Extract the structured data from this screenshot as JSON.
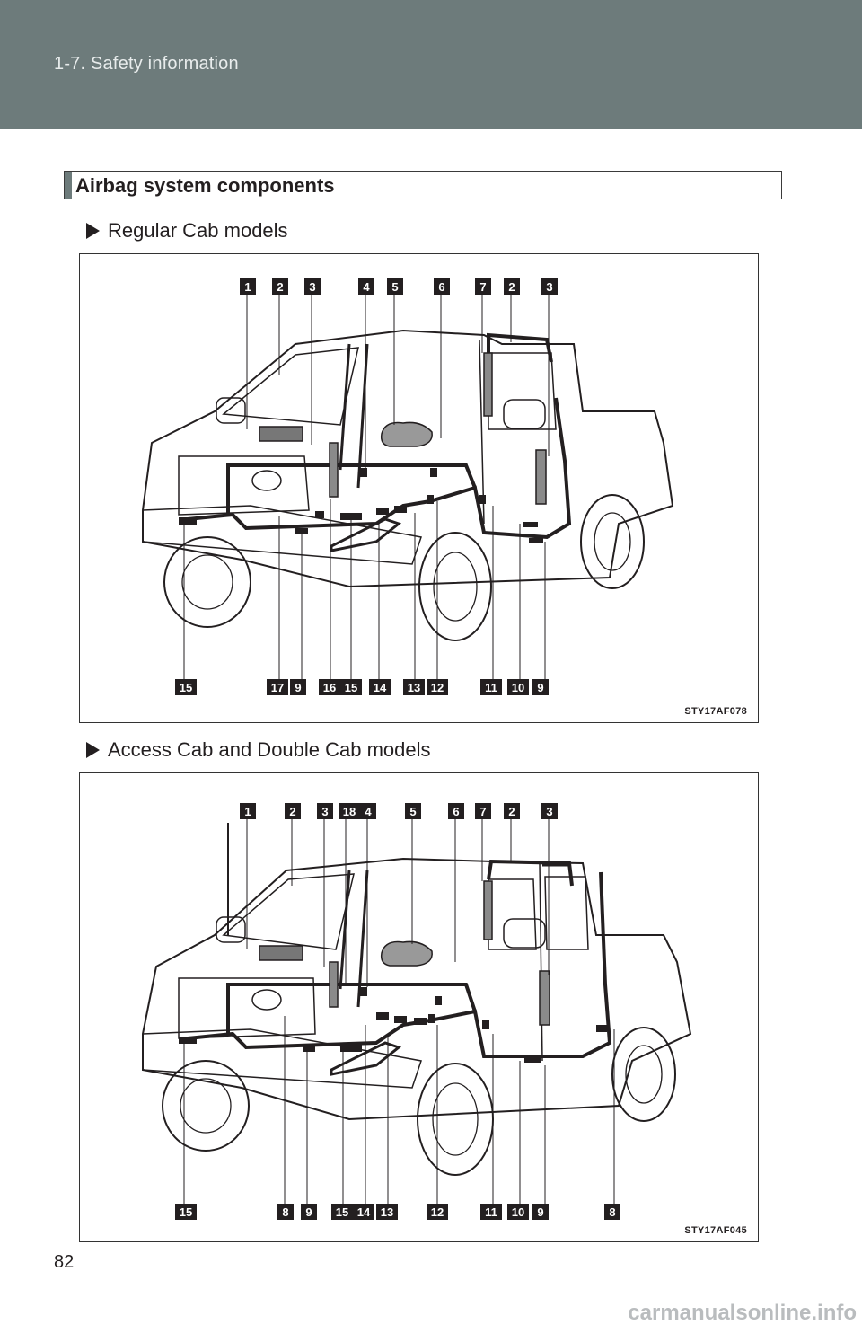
{
  "header": {
    "section": "1-7. Safety information"
  },
  "section_title": "Airbag system components",
  "figures": [
    {
      "heading": "Regular Cab models",
      "code": "STY17AF078",
      "top_labels": [
        "1",
        "2",
        "3",
        "4",
        "5",
        "6",
        "7",
        "2",
        "3"
      ],
      "bottom_labels": [
        "15",
        "17",
        "9",
        "16",
        "15",
        "14",
        "13",
        "12",
        "11",
        "10",
        "9"
      ]
    },
    {
      "heading": "Access Cab and Double Cab models",
      "code": "STY17AF045",
      "top_labels": [
        "1",
        "2",
        "3",
        "18",
        "4",
        "5",
        "6",
        "7",
        "2",
        "3"
      ],
      "bottom_labels": [
        "15",
        "8",
        "9",
        "15",
        "14",
        "13",
        "12",
        "11",
        "10",
        "9",
        "8"
      ]
    }
  ],
  "page_number": "82",
  "watermark": "carmanualsonline.info",
  "colors": {
    "header_bg": "#6d7b7b",
    "label_bg": "#231f20",
    "label_text": "#ffffff"
  }
}
